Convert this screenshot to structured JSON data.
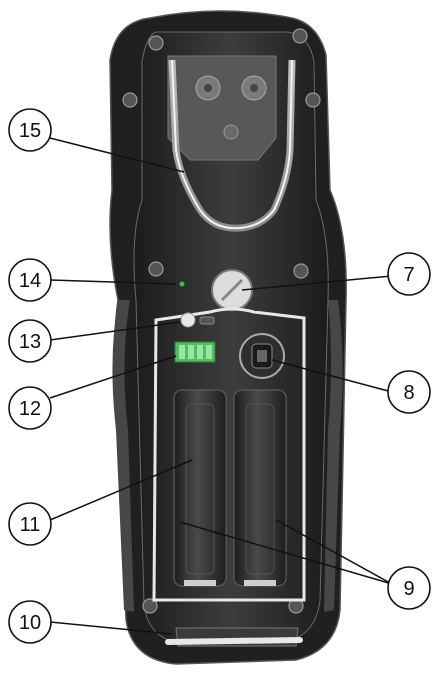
{
  "callouts": [
    {
      "label": "15",
      "target": "belt-clip"
    },
    {
      "label": "14",
      "target": "status-led"
    },
    {
      "label": "7",
      "target": "battery-cover-screw"
    },
    {
      "label": "13",
      "target": "ir-interface"
    },
    {
      "label": "12",
      "target": "contact-terminals"
    },
    {
      "label": "8",
      "target": "usb-port"
    },
    {
      "label": "11",
      "target": "battery-compartment"
    },
    {
      "label": "9",
      "target": "batteries"
    },
    {
      "label": "10",
      "target": "wrist-strap-loop"
    }
  ],
  "colors": {
    "housing_outer": "#2b2b2b",
    "housing_inner": "#3a3a3a",
    "highlight": "#e8e8e8",
    "terminal_green": "#4cc15a",
    "led_green": "#35c048"
  }
}
